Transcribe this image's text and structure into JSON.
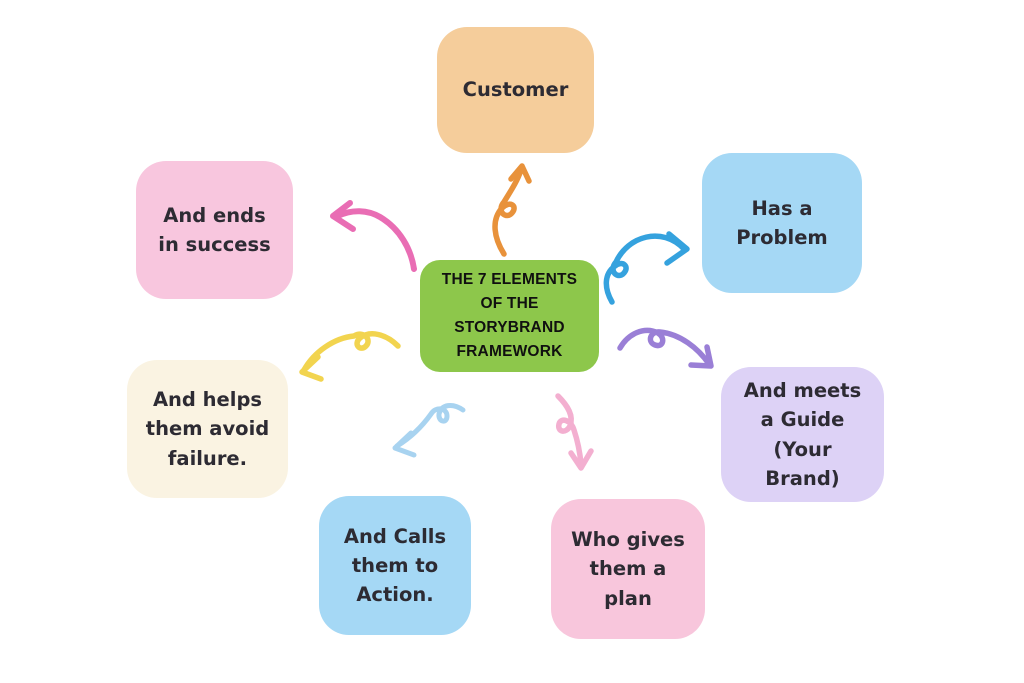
{
  "background": "#FFFFFF",
  "center": {
    "title": "THE 7 ELEMENTS OF THE STORYBRAND FRAMEWORK",
    "bg": "#8DC74B",
    "text_color": "#101010"
  },
  "elements": [
    {
      "id": "customer",
      "label": "Customer",
      "bg": "#F5CD9B"
    },
    {
      "id": "has-a-problem",
      "label": "Has a Problem",
      "bg": "#A5D8F5"
    },
    {
      "id": "meets-a-guide",
      "label": "And meets a Guide (Your Brand)",
      "bg": "#DDD2F6"
    },
    {
      "id": "gives-a-plan",
      "label": "Who gives them a plan",
      "bg": "#F8C6DC"
    },
    {
      "id": "calls-to-action",
      "label": "And Calls them to Action.",
      "bg": "#A5D8F5"
    },
    {
      "id": "avoid-failure",
      "label": "And helps them avoid failure.",
      "bg": "#FAF3E2"
    },
    {
      "id": "ends-in-success",
      "label": "And ends in success",
      "bg": "#F8C6DE"
    }
  ],
  "arrows": [
    {
      "id": "arrow-to-customer",
      "glyph": "curly-arrow-up",
      "color": "#E8923B"
    },
    {
      "id": "arrow-to-problem",
      "glyph": "curly-arrow-right",
      "color": "#35A2DE"
    },
    {
      "id": "arrow-to-guide",
      "glyph": "curly-arrow-down-right",
      "color": "#9A7FD6"
    },
    {
      "id": "arrow-to-plan",
      "glyph": "curly-arrow-down",
      "color": "#F3AFD0"
    },
    {
      "id": "arrow-to-action",
      "glyph": "curly-arrow-down-left",
      "color": "#A8D3F0"
    },
    {
      "id": "arrow-to-failure",
      "glyph": "curly-arrow-left",
      "color": "#F2D44F"
    },
    {
      "id": "arrow-to-success",
      "glyph": "curly-arrow-up-left",
      "color": "#E96DB4"
    }
  ]
}
